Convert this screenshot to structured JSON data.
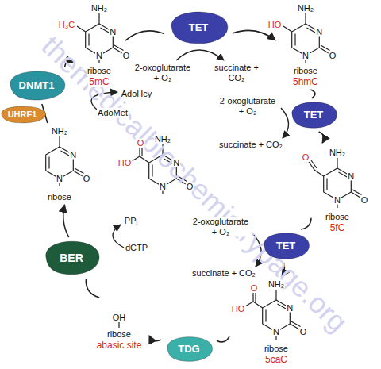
{
  "diagram": {
    "nodes": [
      {
        "text": [
          "ribose",
          "5mC"
        ]
      },
      {
        "text": [
          "TET"
        ]
      },
      {
        "text": [
          "ribose",
          "5hmC"
        ]
      },
      {
        "text": [
          "DNMT1"
        ]
      },
      {
        "text": [
          "UHRF1"
        ]
      },
      {
        "text": [
          "TET"
        ]
      },
      {
        "text": [
          "ribose"
        ]
      },
      {
        "text": [
          "ribose",
          "5fC"
        ]
      },
      {
        "text": [
          "BER"
        ]
      },
      {
        "text": [
          "TET"
        ]
      },
      {
        "text": [
          "ribose",
          "abasic site"
        ]
      },
      {
        "text": [
          "TDG"
        ]
      },
      {
        "text": [
          "ribose",
          "5caC"
        ]
      }
    ],
    "edges": [
      {
        "from": 0,
        "to": 1,
        "arrow": "none"
      },
      {
        "from": 1,
        "to": 2,
        "arrow": "to"
      },
      {
        "from": 2,
        "to": 5,
        "arrow": "none"
      },
      {
        "from": 5,
        "to": 7,
        "arrow": "to"
      },
      {
        "from": 7,
        "to": 9,
        "arrow": "none"
      },
      {
        "from": 9,
        "to": 12,
        "arrow": "to"
      },
      {
        "from": 12,
        "to": 11,
        "arrow": "none"
      },
      {
        "from": 11,
        "to": 10,
        "arrow": "to"
      },
      {
        "from": 10,
        "to": 8,
        "arrow": "none"
      },
      {
        "from": 8,
        "to": 6,
        "arrow": "to"
      },
      {
        "from": 6,
        "to": 3,
        "arrow": "none"
      },
      {
        "from": 3,
        "to": 0,
        "arrow": "to"
      }
    ],
    "labels": [
      "NH₂",
      "N",
      "N",
      "O",
      "H₃C",
      "NH₂",
      "N",
      "N",
      "O",
      "HO",
      "NH₂",
      "N",
      "N",
      "O",
      "O",
      "NH₂",
      "N",
      "N",
      "O",
      "O",
      "HO",
      "NH₂",
      "N",
      "N",
      "O",
      "NH₂",
      "N",
      "N",
      "O",
      "O",
      "HO",
      "OH",
      "2-oxoglutarate + O₂",
      "succinate + CO₂",
      "2-oxoglutarate + O₂",
      "succinate + CO₂",
      "2-oxoglutarate + O₂",
      "succinate + CO₂",
      "AdoHcy",
      "AdoMet",
      "PPᵢ",
      "dCTP",
      "themedicalbiochemistrypage.org"
    ]
  }
}
